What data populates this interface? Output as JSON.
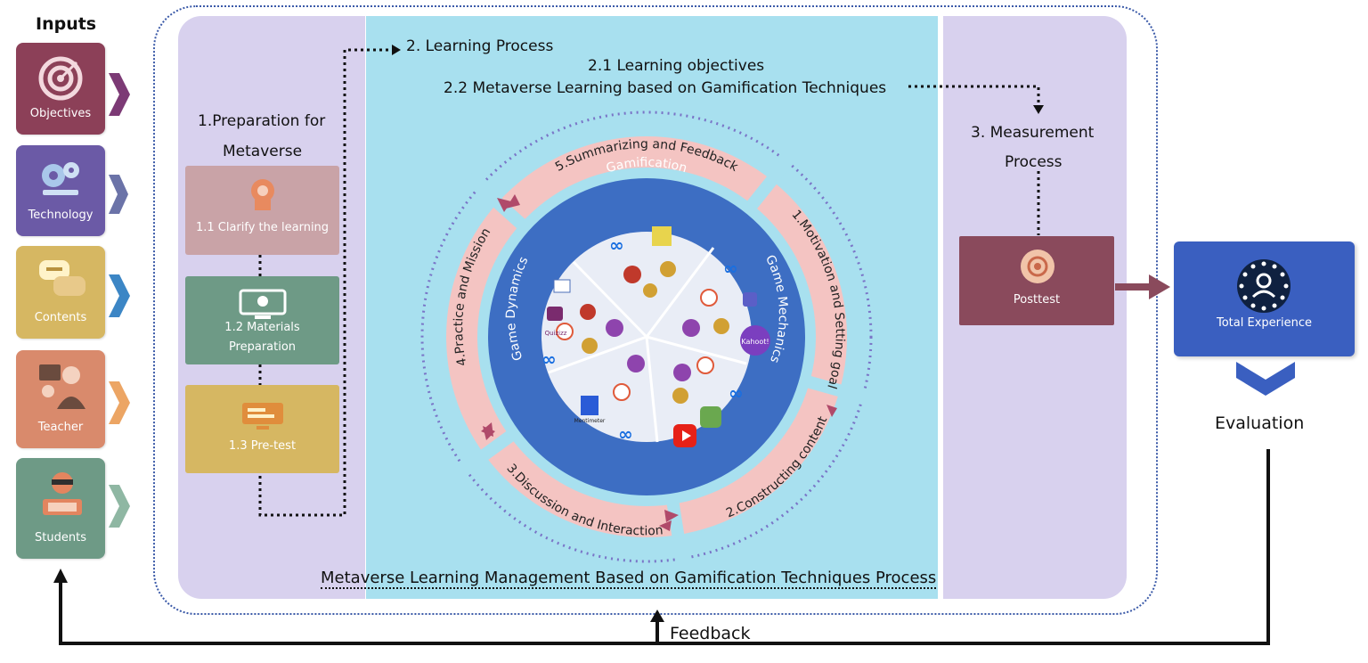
{
  "inputs": {
    "title": "Inputs",
    "items": [
      {
        "label": "Objectives",
        "icon": "target-icon",
        "color": "#8c4058"
      },
      {
        "label": "Technology",
        "icon": "gears-icon",
        "color": "#6b5aa6"
      },
      {
        "label": "Contents",
        "icon": "bubbles-icon",
        "color": "#d6b762"
      },
      {
        "label": "Teacher",
        "icon": "teacher-icon",
        "color": "#d98a6c"
      },
      {
        "label": "Students",
        "icon": "student-icon",
        "color": "#6e9a86"
      }
    ]
  },
  "preparation": {
    "title_line1": "1.Preparation for",
    "title_line2": "Metaverse",
    "steps": [
      {
        "label": "1.1 Clarify the learning",
        "color": "#c9a3a7"
      },
      {
        "label_line1": "1.2 Materials",
        "label_line2": "Preparation",
        "color": "#6e9a86"
      },
      {
        "label": "1.3 Pre-test",
        "color": "#d6b762"
      }
    ]
  },
  "learning": {
    "title": "2. Learning Process",
    "objective_1": "2.1 Learning objectives",
    "objective_2": "2.2 Metaverse Learning based on Gamification Techniques"
  },
  "cycle": {
    "stages": [
      "1.Motivation and Setting goal",
      "2.Constructing content",
      "3.Discussion and Interaction",
      "4.Practice and Mission",
      "5.Summarizing and Feedback"
    ],
    "ring_labels": [
      "Gamification",
      "Game Mechanics",
      "Game Dynamics"
    ],
    "app_labels": [
      "Kahoot!",
      "Quizizz",
      "Mentimeter"
    ]
  },
  "measurement": {
    "title_line1": "3. Measurement",
    "title_line2": "Process",
    "posttest": "Posttest"
  },
  "output": {
    "total_experience": "Total Experience",
    "evaluation": "Evaluation"
  },
  "footer": {
    "process_title": "Metaverse Learning Management Based on Gamification Techniques Process",
    "feedback": "Feedback"
  }
}
